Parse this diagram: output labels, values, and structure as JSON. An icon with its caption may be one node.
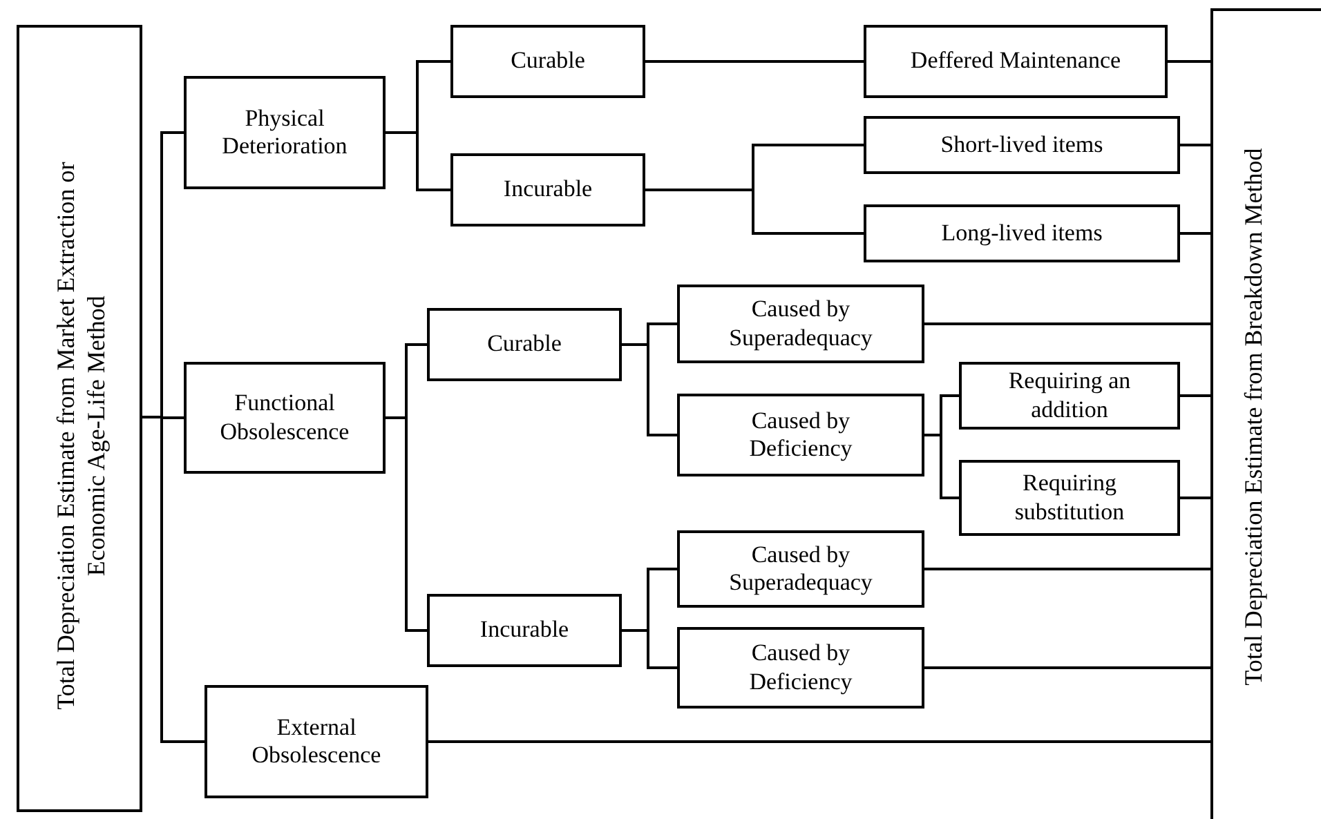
{
  "diagram": {
    "nodes": [
      {
        "text": [
          "Total Depreciation Estimate from Market Extraction or Economic Age-Life Method"
        ]
      },
      {
        "text": [
          "Physical Deterioration"
        ]
      },
      {
        "text": [
          "Curable"
        ]
      },
      {
        "text": [
          "Incurable"
        ]
      },
      {
        "text": [
          "Deffered Maintenance"
        ]
      },
      {
        "text": [
          "Short-lived items"
        ]
      },
      {
        "text": [
          "Long-lived items"
        ]
      },
      {
        "text": [
          "Functional Obsolescence"
        ]
      },
      {
        "text": [
          "Curable"
        ]
      },
      {
        "text": [
          "Caused by Superadequacy"
        ]
      },
      {
        "text": [
          "Caused by Deficiency"
        ]
      },
      {
        "text": [
          "Requiring an addition"
        ]
      },
      {
        "text": [
          "Requiring substitution"
        ]
      },
      {
        "text": [
          "Incurable"
        ]
      },
      {
        "text": [
          "Caused by Superadequacy"
        ]
      },
      {
        "text": [
          "Caused by Deficiency"
        ]
      },
      {
        "text": [
          "External Obsolescence"
        ]
      },
      {
        "text": [
          "Total Depreciation Estimate from Breakdown Method"
        ]
      }
    ],
    "edges": [
      {
        "from": 0,
        "to": 1,
        "arrow": "none"
      },
      {
        "from": 0,
        "to": 7,
        "arrow": "none"
      },
      {
        "from": 0,
        "to": 16,
        "arrow": "none"
      },
      {
        "from": 1,
        "to": 2,
        "arrow": "none"
      },
      {
        "from": 1,
        "to": 3,
        "arrow": "none"
      },
      {
        "from": 2,
        "to": 4,
        "arrow": "none"
      },
      {
        "from": 3,
        "to": 5,
        "arrow": "none"
      },
      {
        "from": 3,
        "to": 6,
        "arrow": "none"
      },
      {
        "from": 7,
        "to": 8,
        "arrow": "none"
      },
      {
        "from": 7,
        "to": 13,
        "arrow": "none"
      },
      {
        "from": 8,
        "to": 9,
        "arrow": "none"
      },
      {
        "from": 8,
        "to": 10,
        "arrow": "none"
      },
      {
        "from": 10,
        "to": 11,
        "arrow": "none"
      },
      {
        "from": 10,
        "to": 12,
        "arrow": "none"
      },
      {
        "from": 13,
        "to": 14,
        "arrow": "none"
      },
      {
        "from": 13,
        "to": 15,
        "arrow": "none"
      },
      {
        "from": 4,
        "to": 17,
        "arrow": "none"
      },
      {
        "from": 5,
        "to": 17,
        "arrow": "none"
      },
      {
        "from": 6,
        "to": 17,
        "arrow": "none"
      },
      {
        "from": 9,
        "to": 17,
        "arrow": "none"
      },
      {
        "from": 11,
        "to": 17,
        "arrow": "none"
      },
      {
        "from": 12,
        "to": 17,
        "arrow": "none"
      },
      {
        "from": 14,
        "to": 17,
        "arrow": "none"
      },
      {
        "from": 15,
        "to": 17,
        "arrow": "none"
      },
      {
        "from": 16,
        "to": 17,
        "arrow": "none"
      }
    ]
  }
}
